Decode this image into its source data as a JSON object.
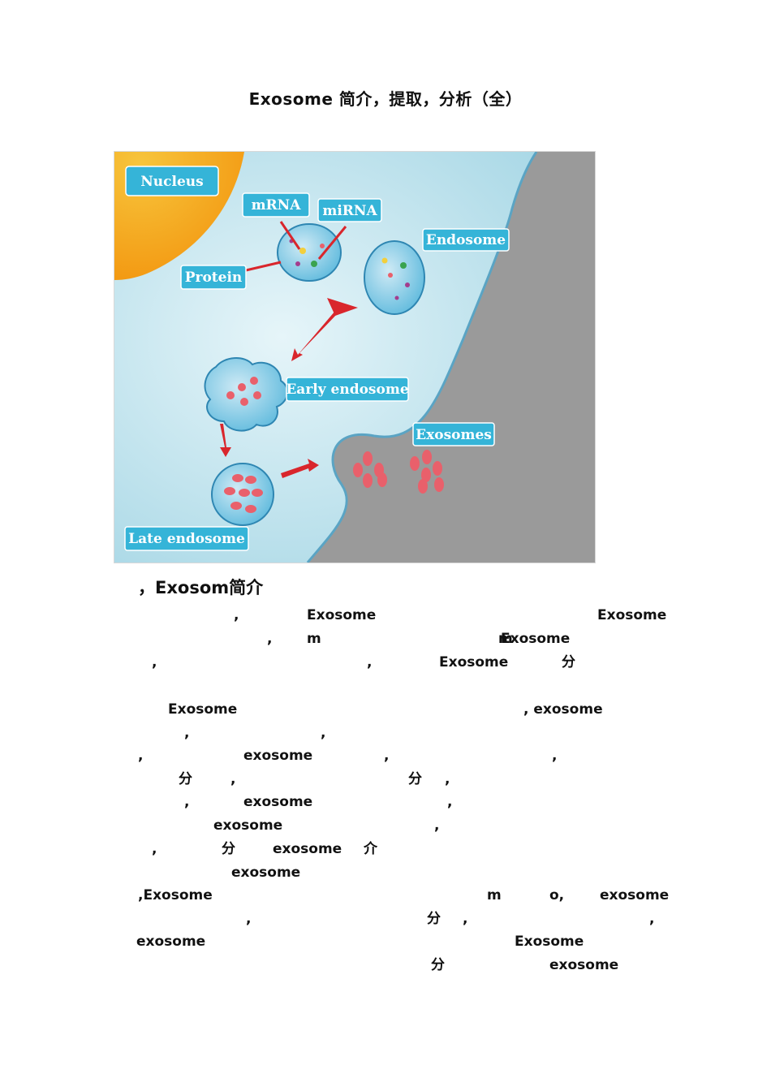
{
  "document": {
    "title": "Exosome 简介，提取，分析（全）",
    "figure": {
      "labels": {
        "nucleus": "Nucleus",
        "mrna": "mRNA",
        "mirna": "miRNA",
        "endosome": "Endosome",
        "protein": "Protein",
        "early_endosome": "Early endosome",
        "exosomes": "Exosomes",
        "late_endosome": "Late endosome"
      },
      "colors": {
        "cytoplasm": "#bfe2ec",
        "nucleus": "#f5a81e",
        "extracellular": "#9a9a9a",
        "label_box": "#35b4d8",
        "arrow": "#d9262c",
        "vesicle_content": "#e9606b"
      }
    },
    "section_heading": "，Exosom简介",
    "lines": [
      {
        "fragments": [
          ",",
          "Exosome",
          "Exosome"
        ]
      },
      {
        "fragments": [
          ",",
          "m",
          "Exosome",
          "m"
        ]
      },
      {
        "fragments": [
          ",",
          ",",
          "Exosome",
          "分"
        ]
      },
      {
        "fragments": [
          "Exosome",
          ", exosome"
        ]
      },
      {
        "fragments": [
          ",",
          ","
        ]
      },
      {
        "fragments": [
          ",",
          "exosome",
          ",",
          ","
        ]
      },
      {
        "fragments": [
          "分",
          ",",
          "分",
          ","
        ]
      },
      {
        "fragments": [
          ",",
          "exosome",
          ","
        ]
      },
      {
        "fragments": [
          "exosome",
          ","
        ]
      },
      {
        "fragments": [
          ",",
          "分",
          "exosome",
          "介"
        ]
      },
      {
        "fragments": [
          "exosome"
        ]
      },
      {
        "fragments": [
          ",Exosome",
          "m",
          "o,",
          "exosome"
        ]
      },
      {
        "fragments": [
          ",",
          "分",
          ",",
          ","
        ]
      },
      {
        "fragments": [
          "exosome",
          "Exosome"
        ]
      },
      {
        "fragments": [
          "分",
          "exosome"
        ]
      }
    ]
  }
}
